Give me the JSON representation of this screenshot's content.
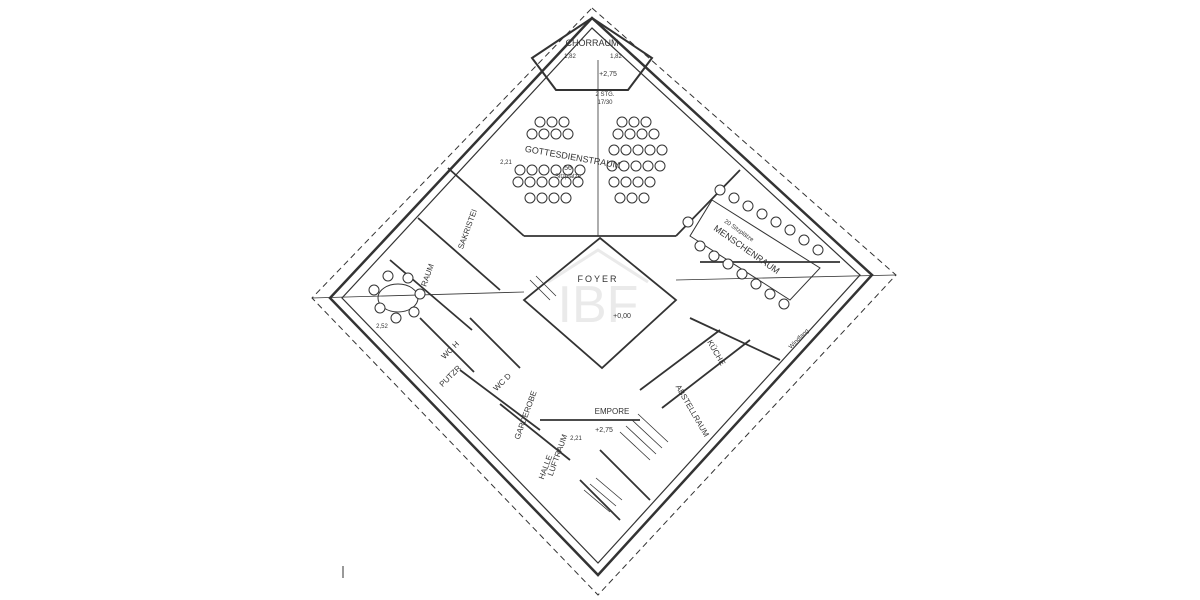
{
  "colors": {
    "ink": "#333333",
    "paper": "#ffffff",
    "watermark": "#d9d9d9"
  },
  "watermark": {
    "text": "IBF"
  },
  "rooms": {
    "chorraum": "CHORRAUM",
    "gottesdienstraum": "GOTTESDIENSTRAUM",
    "gottesdienstraum_seats": "56",
    "gottesdienstraum_seats_unit": "Sitzplätze",
    "stairs_note": "2 STG.",
    "stairs_ratio": "17/30",
    "menschenraum": "MENSCHENRAUM",
    "menschenraum_seats": "20 Sitzplätze",
    "foyer": "FOYER",
    "sakristei": "SAKRISTEI",
    "gemeinschafts_raum": "RAUM",
    "wc_h": "WC H",
    "wc_d": "WC D",
    "putzr": "PUTZR",
    "garderobe": "GARDEROBE",
    "empore": "EMPORE",
    "luftraum": "LUFTRAUM",
    "halle": "HALLE",
    "abstellraum": "ABSTELLRAUM",
    "kueche": "KÜCHE",
    "windfang": "Windfang"
  },
  "dimensions": {
    "d1": "1,82",
    "d2": "1,82",
    "d3": "2,21",
    "d4": "2,21",
    "d5": "2,52",
    "elev_top": "+2,75",
    "elev_empore": "+2,75",
    "elev_foyer": "+0,00"
  }
}
